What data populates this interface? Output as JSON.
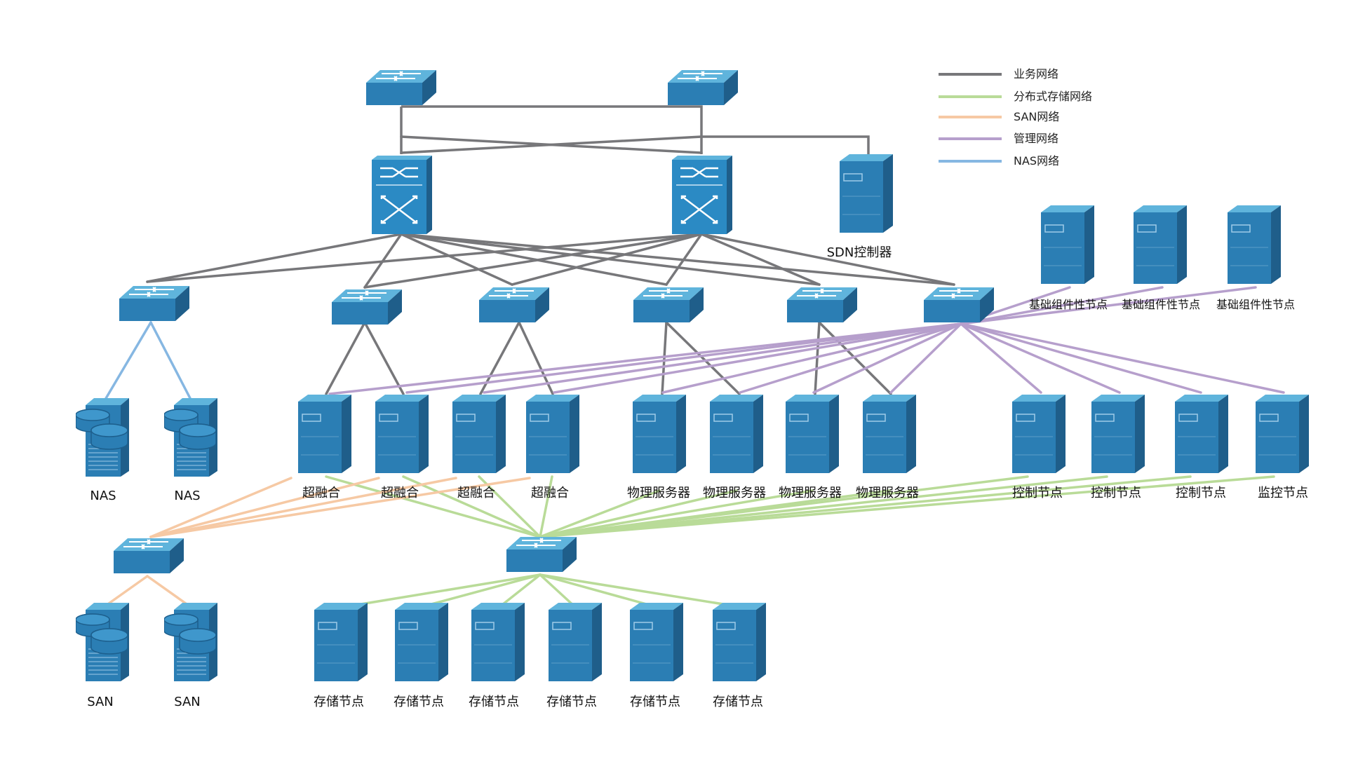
{
  "colors": {
    "business": "#77777a",
    "storage": "#b9db98",
    "san": "#f6c9a4",
    "management": "#b69fcc",
    "nas": "#86b7e2",
    "device": "#2c7db5",
    "device_top": "#56a8d6",
    "device_side": "#1d5f8d"
  },
  "legend": [
    {
      "key": "business",
      "label": "业务网络"
    },
    {
      "key": "storage",
      "label": "分布式存储网络"
    },
    {
      "key": "san",
      "label": "SAN网络"
    },
    {
      "key": "management",
      "label": "管理网络"
    },
    {
      "key": "nas",
      "label": "NAS网络"
    }
  ],
  "labels": {
    "sdn": "SDN控制器",
    "infra": [
      "基础组件性节点",
      "基础组件性节点",
      "基础组件性节点"
    ],
    "nas": [
      "NAS",
      "NAS"
    ],
    "hci": [
      "超融合",
      "超融合",
      "超融合",
      "超融合"
    ],
    "physical": [
      "物理服务器",
      "物理服务器",
      "物理服务器",
      "物理服务器"
    ],
    "control": [
      "控制节点",
      "控制节点",
      "控制节点",
      "监控节点"
    ],
    "san": [
      "SAN",
      "SAN"
    ],
    "storage": [
      "存储节点",
      "存储节点",
      "存储节点",
      "存储节点",
      "存储节点",
      "存储节点"
    ]
  },
  "icons": {
    "switch": "switch-icon",
    "core_switch": "core-switch-icon",
    "server": "server-icon",
    "storage_array": "storage-array-icon"
  }
}
